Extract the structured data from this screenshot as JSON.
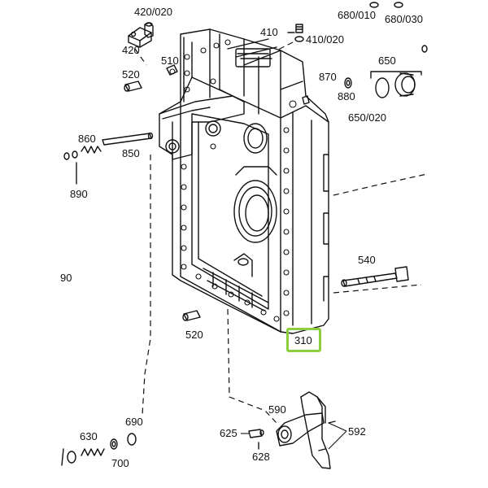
{
  "labels": {
    "l420_020": "420/020",
    "l420": "420",
    "l410": "410",
    "l410_020": "410/020",
    "l680_010": "680/010",
    "l680_030": "680/030",
    "l510": "510",
    "l520_top": "520",
    "l650": "650",
    "l870": "870",
    "l880": "880",
    "l650_020": "650/020",
    "l860": "860",
    "l850": "850",
    "l890": "890",
    "l540": "540",
    "l90": "90",
    "l520_bottom": "520",
    "l310": "310",
    "l590": "590",
    "l690": "690",
    "l630": "630",
    "l625": "625",
    "l592": "592",
    "l700": "700",
    "l628": "628"
  },
  "colors": {
    "line": "#111111",
    "highlight": "#8ccf3e"
  }
}
